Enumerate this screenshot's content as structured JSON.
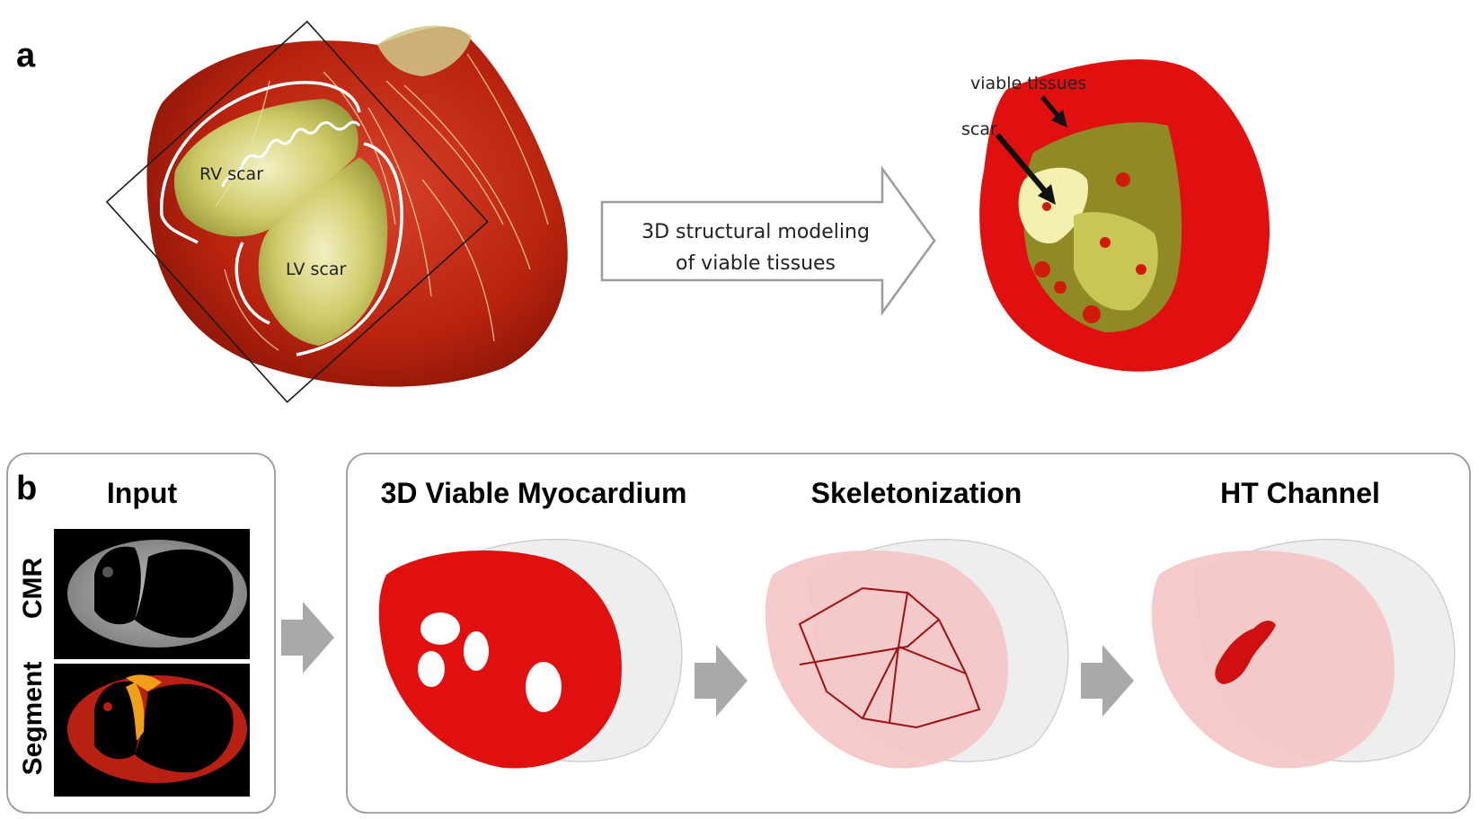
{
  "panel_a": {
    "letter": "a",
    "labels": {
      "rv_scar": "RV scar",
      "lv_scar": "LV scar",
      "viable_tissues": "viable tissues",
      "scar": "scar"
    },
    "process_arrow": {
      "line1": "3D structural modeling",
      "line2": "of viable tissues"
    }
  },
  "panel_b": {
    "letter": "b",
    "input": {
      "title": "Input",
      "row1": "CMR",
      "row2": "Segment"
    },
    "steps": [
      {
        "title": "3D Viable Myocardium"
      },
      {
        "title": "Skeletonization"
      },
      {
        "title": "HT Channel"
      }
    ]
  },
  "colors": {
    "tissue_red": "#e01010",
    "scar_yellow": "#d9d56a",
    "arrow_gray": "#a9a9a9"
  }
}
